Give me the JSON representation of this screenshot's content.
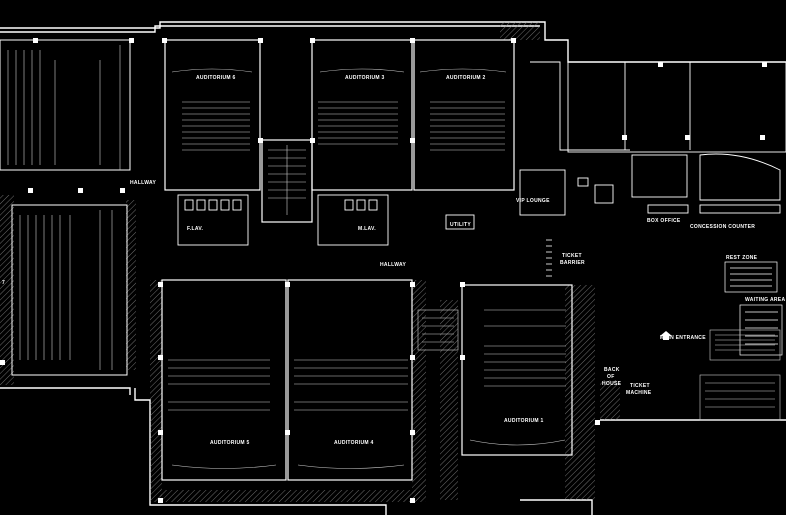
{
  "plan": {
    "labels": {
      "auditorium_6": "AUDITORIUM 6",
      "auditorium_3": "AUDITORIUM 3",
      "auditorium_2": "AUDITORIUM 2",
      "auditorium_5": "AUDITORIUM 5",
      "auditorium_4": "AUDITORIUM 4",
      "auditorium_1": "AUDITORIUM 1",
      "auditorium_7": "7",
      "hallway_west": "HALLWAY",
      "hallway_center": "HALLWAY",
      "f_lav": "F.LAV.",
      "m_lav": "M.LAV.",
      "utility": "UTILITY",
      "vip_lounge": "VIP LOUNGE",
      "ticket_barrier_1": "TICKET",
      "ticket_barrier_2": "BARRIER",
      "box_office": "BOX OFFICE",
      "concession_counter": "CONCESSION COUNTER",
      "rest_zone": "REST ZONE",
      "waiting_area": "WAITING AREA",
      "main_entrance": "MAIN ENTRANCE",
      "back_of_house_1": "BACK",
      "back_of_house_2": "OF",
      "back_of_house_3": "HOUSE",
      "ticket_machine_1": "TICKET",
      "ticket_machine_2": "MACHINE"
    },
    "colors": {
      "background": "#000000",
      "lines": "#ffffff"
    }
  }
}
